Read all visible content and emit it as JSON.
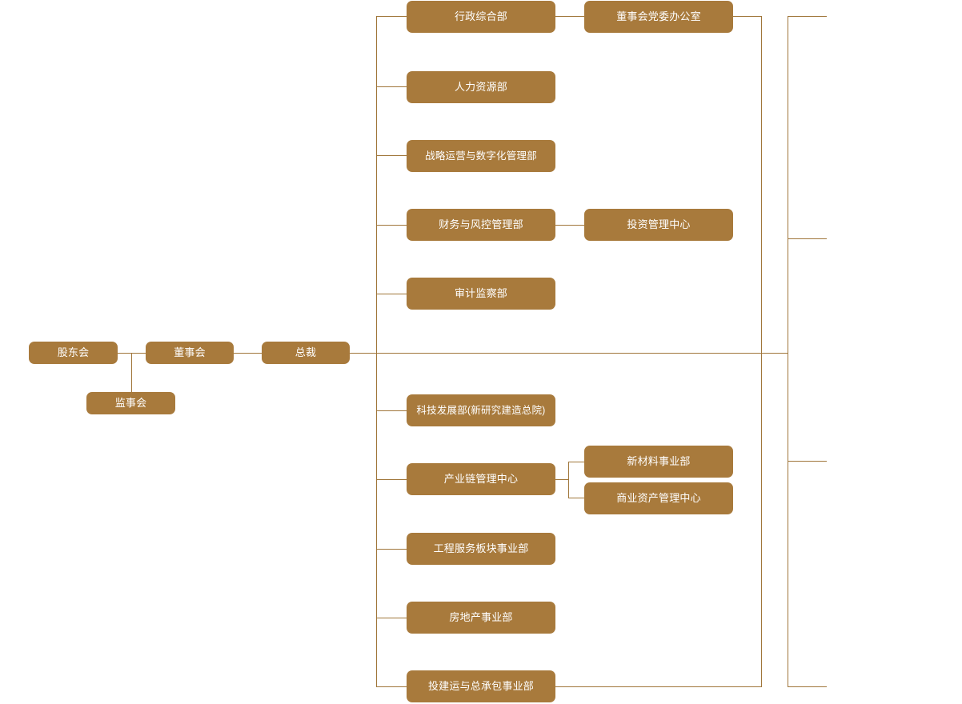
{
  "chart": {
    "type": "org-chart",
    "title": "",
    "box_color": "#a87a3c",
    "line_color": "#a0763a",
    "text_color": "#ffffff",
    "background": "#ffffff"
  },
  "governance": {
    "shareholders_meeting": "股东会",
    "board_of_directors": "董事会",
    "supervisory_board": "监事会",
    "president": "总裁"
  },
  "functional_departments": [
    {
      "label": "行政综合部"
    },
    {
      "label": "人力资源部"
    },
    {
      "label": "战略运营与数字化管理部"
    },
    {
      "label": "财务与风控管理部"
    },
    {
      "label": "审计监察部"
    }
  ],
  "business_units": [
    {
      "label": "科技发展部(新研究建造总院)"
    },
    {
      "label": "产业链管理中心"
    },
    {
      "label": "工程服务板块事业部"
    },
    {
      "label": "房地产事业部"
    },
    {
      "label": "投建运与总承包事业部"
    }
  ],
  "sub_units": {
    "board_party_office": "董事会党委办公室",
    "investment_management_center": "投资管理中心",
    "new_materials_division": "新材料事业部",
    "commercial_asset_management_center": "商业资产管理中心"
  }
}
